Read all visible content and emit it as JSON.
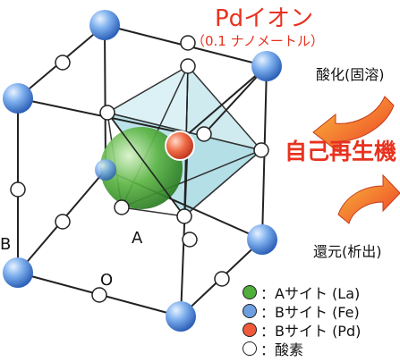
{
  "title": "Pdイオン",
  "subtitle": "（0.1 ナノメートル）",
  "oxidation_label": "酸化(固溶)",
  "regeneration_label": "自己再生機",
  "reduction_label": "還元(析出)",
  "site_labels": {
    "a": "A",
    "b": "B",
    "o": "O"
  },
  "legend": [
    {
      "label": "：Aサイト (La)",
      "color": "#4fae3c"
    },
    {
      "label": "：Bサイト (Fe)",
      "color": "#6d9fe0"
    },
    {
      "label": "：Bサイト (Pd)",
      "color": "#ef5a3a"
    },
    {
      "label": "：酸素",
      "color": "#ffffff"
    }
  ],
  "colors": {
    "accent": "#e8321f",
    "octahedron": "#9fd6e0",
    "arrow": "#f07a35"
  }
}
